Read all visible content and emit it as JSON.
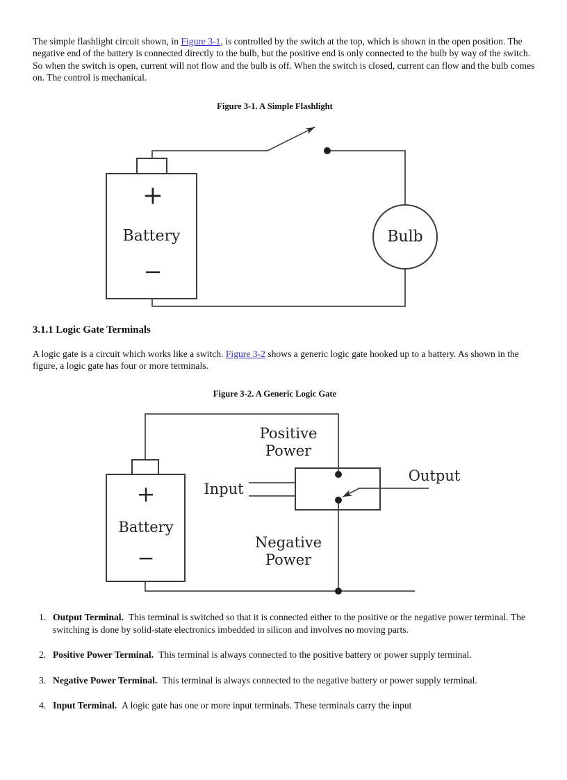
{
  "page": {
    "background_color": "#ffffff",
    "text_color": "#111111",
    "link_color": "#3333cc",
    "diagram_line_color": "#4a4a4a"
  },
  "intro": {
    "pre_link": "The simple flashlight circuit shown, in ",
    "link_text": "Figure 3-1",
    "post_link": ", is controlled by the switch at the top, which is shown in the open position. The negative end of the battery is connected directly to the bulb, but the positive end is only connected to the bulb by way of the switch. So when the switch is open, current will not flow and the bulb is off. When the switch is closed, current can flow and the bulb comes on. The control is mechanical."
  },
  "figure1": {
    "caption": "Figure 3-1. A Simple Flashlight",
    "battery_label": "Battery",
    "bulb_label": "Bulb",
    "plus_label": "+",
    "minus_label": "−"
  },
  "section": {
    "heading": "3.1.1 Logic Gate Terminals"
  },
  "gate_paragraph": {
    "pre_link": "A logic gate is a circuit which works like a switch. ",
    "link_text": "Figure 3-2",
    "post_link": " shows a generic logic gate hooked up to a battery. As shown in the figure, a logic gate has four or more terminals."
  },
  "figure2": {
    "caption": "Figure 3-2. A Generic Logic Gate",
    "battery_label": "Battery",
    "plus_label": "+",
    "minus_label": "−",
    "input_label": "Input",
    "output_label": "Output",
    "positive_power_label": "Positive Power",
    "negative_power_label": "Negative Power"
  },
  "terminal_list": {
    "items": [
      {
        "number": "1.",
        "term": "Output Terminal.",
        "description": "This terminal is switched so that it is connected either to the positive or the negative power terminal. The switching is done by solid-state electronics imbedded in silicon and involves no moving parts."
      },
      {
        "number": "2.",
        "term": "Positive Power Terminal.",
        "description": "This terminal is always connected to the positive battery or power supply terminal."
      },
      {
        "number": "3.",
        "term": "Negative Power Terminal.",
        "description": "This terminal is always connected to the negative battery or power supply terminal."
      },
      {
        "number": "4.",
        "term": "Input Terminal.",
        "description": "A logic gate has one or more input terminals. These terminals carry the input"
      }
    ]
  }
}
